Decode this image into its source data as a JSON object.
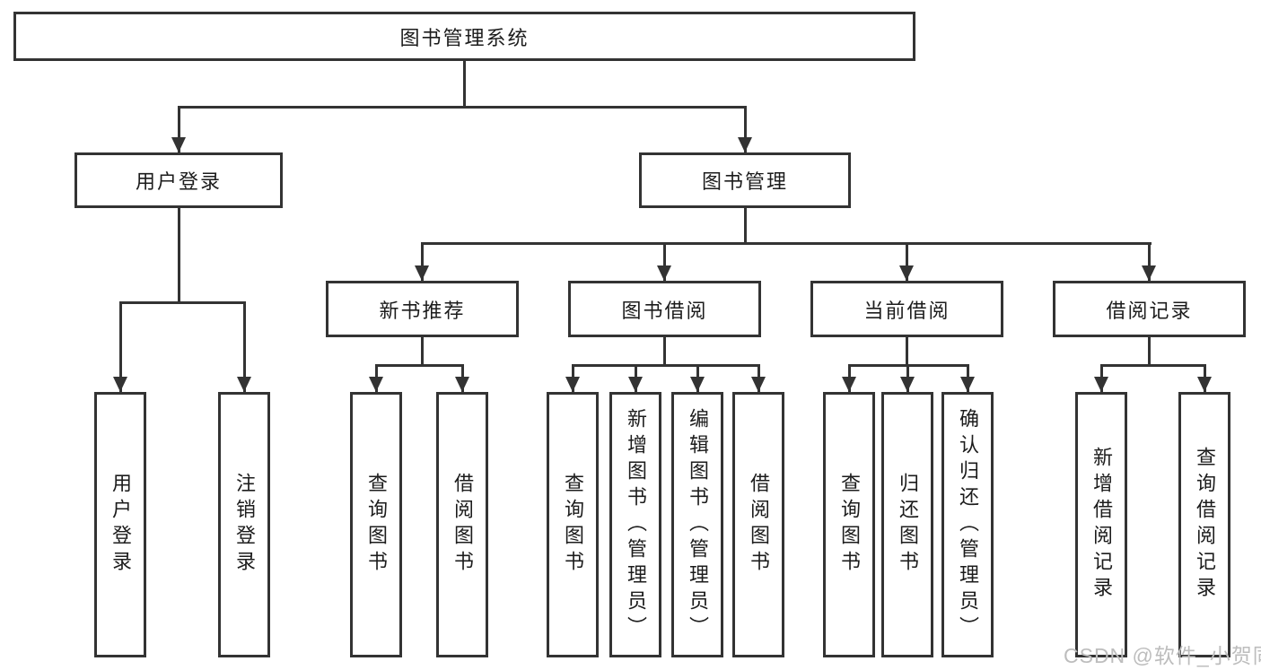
{
  "diagram": {
    "root": {
      "label": "图书管理系统"
    },
    "level2": [
      {
        "label": "用户登录"
      },
      {
        "label": "图书管理"
      }
    ],
    "level3": [
      {
        "label": "新书推荐"
      },
      {
        "label": "图书借阅"
      },
      {
        "label": "当前借阅"
      },
      {
        "label": "借阅记录"
      }
    ],
    "leaves": {
      "user_login": [
        "用户登录",
        "注销登录"
      ],
      "new_books": [
        "查询图书",
        "借阅图书"
      ],
      "book_borrow": [
        "查询图书",
        "新增图书（管理员）",
        "编辑图书（管理员）",
        "借阅图书"
      ],
      "current_borrow": [
        "查询图书",
        "归还图书",
        "确认归还（管理员）"
      ],
      "borrow_records": [
        "新增借阅记录",
        "查询借阅记录"
      ]
    }
  },
  "watermark": "CSDN @软件_小贺同学",
  "colors": {
    "line": "#333333",
    "border": "#333333",
    "text": "#1c1c1c",
    "watermark": "#bdbdbd",
    "background": "#ffffff"
  }
}
